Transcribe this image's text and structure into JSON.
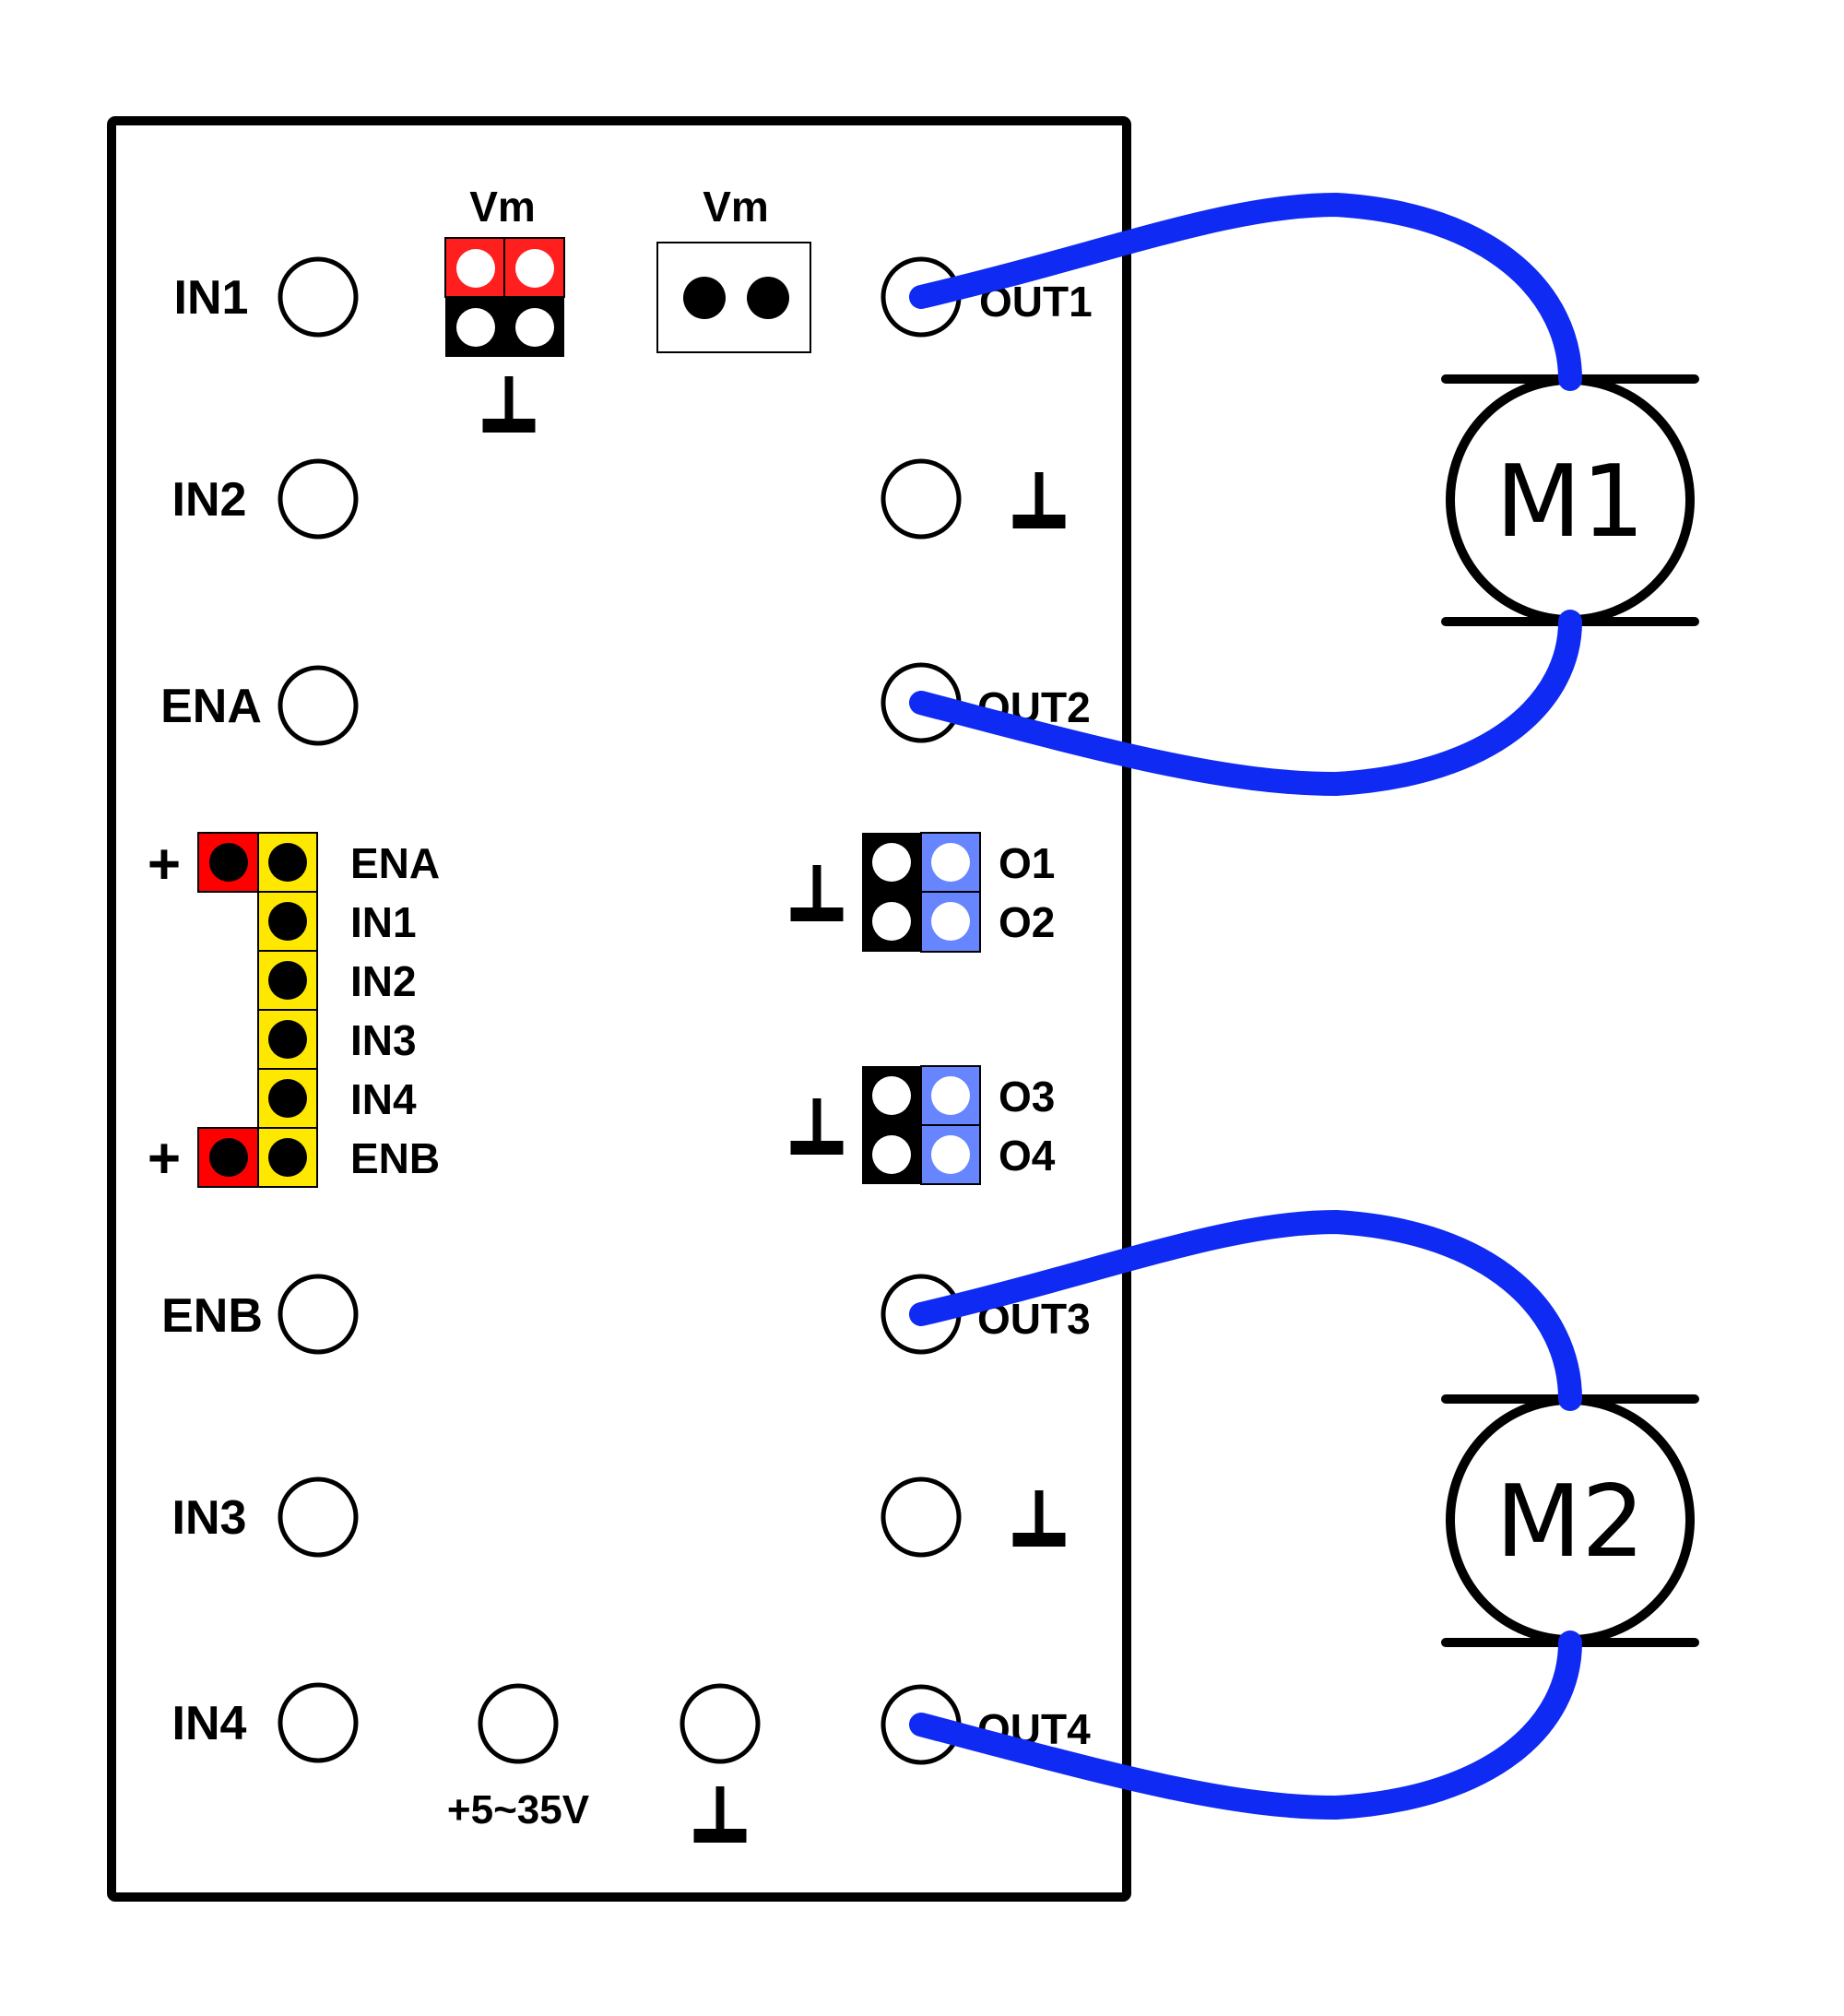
{
  "diagram": {
    "title": "L298N dual H-bridge motor driver wiring",
    "colors": {
      "wire": "#0f2af2",
      "power_pin": "#ff0000",
      "logic_pin": "#ffe800",
      "vm_jumper_top": "#ff1f1f",
      "ground_block": "#000000",
      "output_pin": "#6685ff"
    },
    "left_terminals": [
      {
        "label": "IN1"
      },
      {
        "label": "IN2"
      },
      {
        "label": "ENA"
      },
      {
        "label": "ENB"
      },
      {
        "label": "IN3"
      },
      {
        "label": "IN4"
      }
    ],
    "right_terminals": [
      {
        "label": "OUT1",
        "connected_to": "M1"
      },
      {
        "label": "⊥",
        "connected_to": ""
      },
      {
        "label": "OUT2",
        "connected_to": "M1"
      },
      {
        "label": "OUT3",
        "connected_to": "M2"
      },
      {
        "label": "⊥",
        "connected_to": ""
      },
      {
        "label": "OUT4",
        "connected_to": "M2"
      }
    ],
    "power_terminals": [
      {
        "label": "+5~35V"
      },
      {
        "label": "⊥"
      }
    ],
    "vm_jumper": {
      "label": "Vm",
      "ground_symbol": "ground-icon"
    },
    "vm_connector": {
      "label": "Vm"
    },
    "logic_header": {
      "plus_label": "+",
      "pins": [
        "ENA",
        "IN1",
        "IN2",
        "IN3",
        "IN4",
        "ENB"
      ]
    },
    "output_headers": [
      {
        "pins": [
          "O1",
          "O2"
        ]
      },
      {
        "pins": [
          "O3",
          "O4"
        ]
      }
    ],
    "motors": [
      {
        "label": "M1"
      },
      {
        "label": "M2"
      }
    ]
  }
}
